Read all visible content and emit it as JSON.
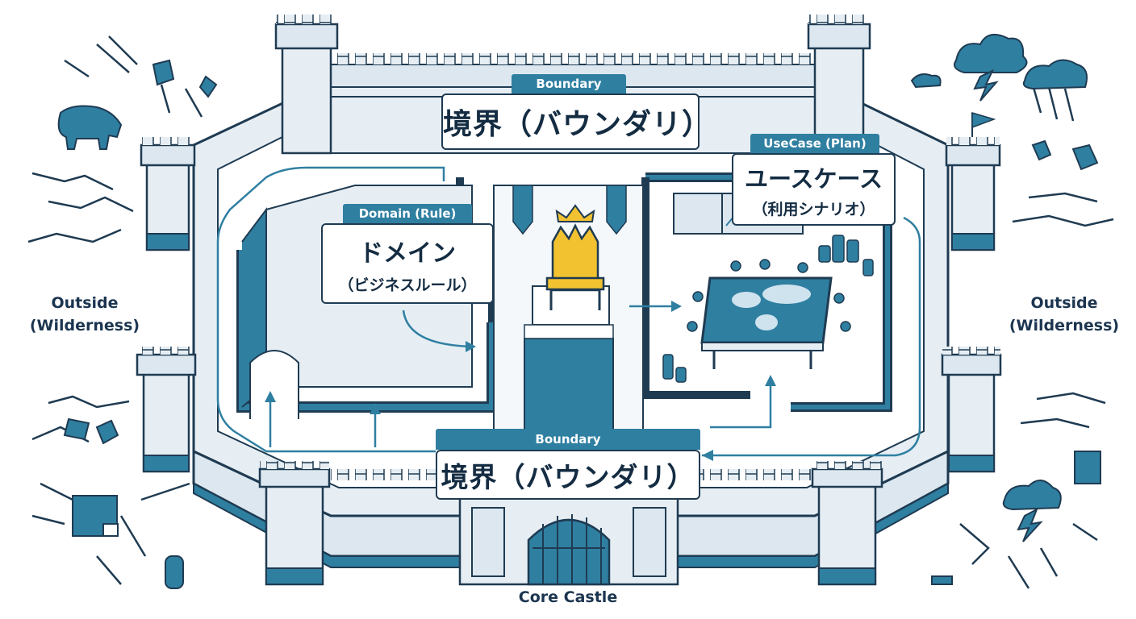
{
  "boundary_top": {
    "tag": "Boundary",
    "title": "境界（バウンダリ）"
  },
  "boundary_bottom": {
    "tag": "Boundary",
    "title": "境界（バウンダリ）"
  },
  "domain": {
    "tag": "Domain (Rule)",
    "title": "ドメイン",
    "subtitle": "（ビジネスルール）"
  },
  "usecase": {
    "tag": "UseCase (Plan)",
    "title": "ユースケース",
    "subtitle": "（利用シナリオ）"
  },
  "outside_left": {
    "line1": "Outside",
    "line2": "(Wilderness)"
  },
  "outside_right": {
    "line1": "Outside",
    "line2": "(Wilderness)"
  },
  "caption": "Core Castle",
  "colors": {
    "ink": "#1f3b52",
    "teal": "#2f7fa1",
    "wall": "#e6eef4",
    "wall_dark": "#c9d9e4",
    "accent": "#f2c230"
  }
}
